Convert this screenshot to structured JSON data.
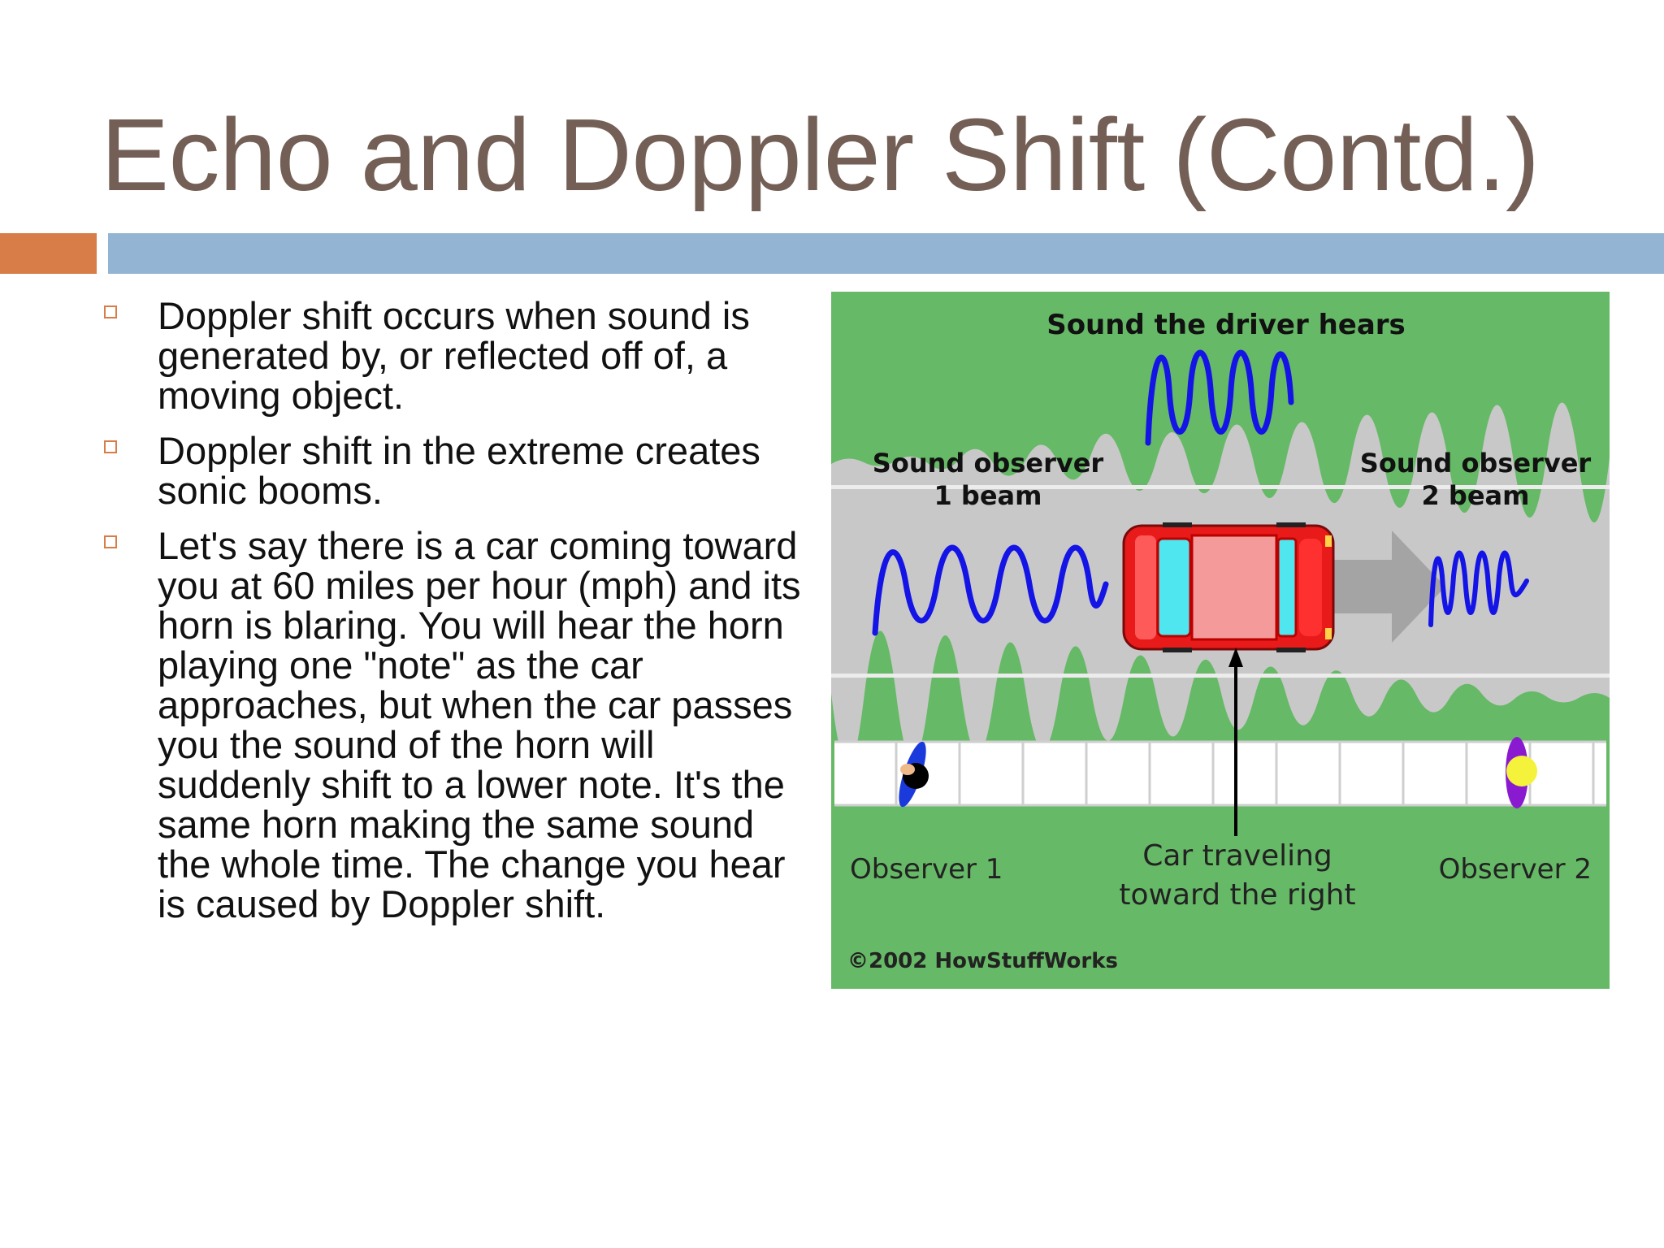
{
  "slide": {
    "title": "Echo and Doppler Shift (Contd.)",
    "accent_colors": {
      "orange": "#d87d47",
      "blue": "#94b4d4",
      "title": "#735f55"
    }
  },
  "bullets": [
    {
      "text": "Doppler shift occurs when sound is generated by, or reflected off of, a moving object."
    },
    {
      "text": "Doppler shift in the extreme creates sonic booms."
    },
    {
      "text": "Let's say there is a car coming toward you at 60 miles per hour (mph) and its horn is blaring. You will hear the horn playing one \"note\" as the car approaches, but when the car passes you the sound of the horn will suddenly shift to a lower note. It's the same horn making the same sound the whole time. The change you hear is caused by Doppler shift."
    }
  ],
  "figure": {
    "labels": {
      "driver_hears": "Sound the driver hears",
      "observer1_beam_line1": "Sound observer",
      "observer1_beam_line2": "1 beam",
      "observer2_beam_line1": "Sound observer",
      "observer2_beam_line2": "2 beam",
      "observer1": "Observer 1",
      "observer2": "Observer 2",
      "car_line1": "Car traveling",
      "car_line2": "toward the right",
      "copyright": "©2002 HowStuffWorks"
    },
    "colors": {
      "grass": "#66b966",
      "road": "#c8c8c8",
      "wave": "#1414e6",
      "car_body": "#e81a1a",
      "car_roof": "#f59a9a",
      "windshield": "#4fe6f0",
      "arrow": "#a0a0a0"
    }
  }
}
